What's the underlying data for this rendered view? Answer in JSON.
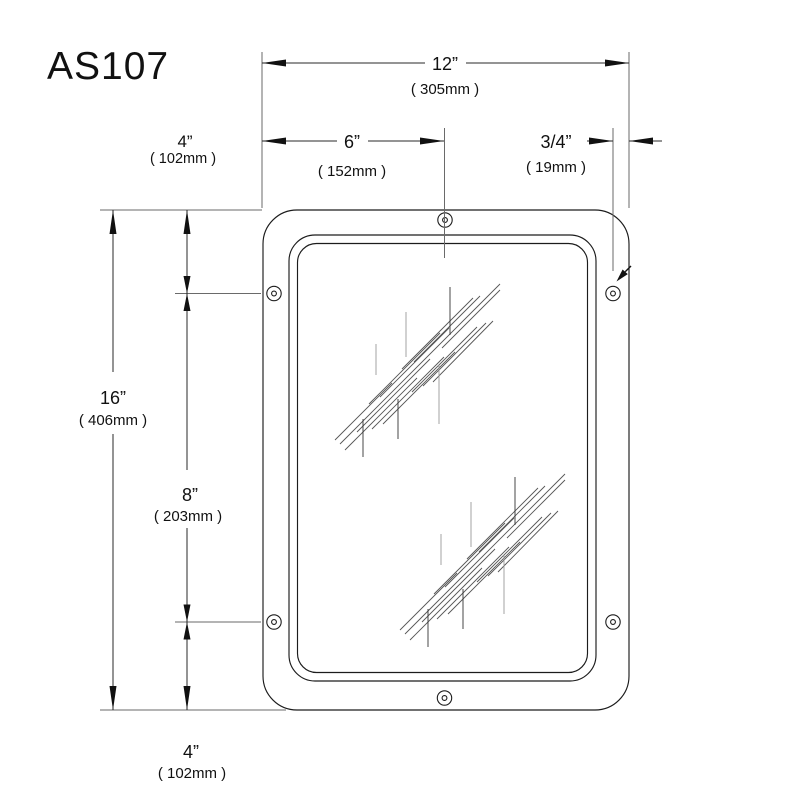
{
  "title": "AS107",
  "dimensions": {
    "overall_width": {
      "inches": "12”",
      "mm": "( 305mm )"
    },
    "hole_to_center": {
      "inches": "6”",
      "mm": "( 152mm )"
    },
    "edge_offset": {
      "inches": "3/4”",
      "mm": "( 19mm )"
    },
    "top_offset": {
      "inches": "4”",
      "mm": "( 102mm )"
    },
    "overall_height": {
      "inches": "16”",
      "mm": "( 406mm )"
    },
    "hole_spacing": {
      "inches": "8”",
      "mm": "( 203mm )"
    },
    "bottom_offset": {
      "inches": "4”",
      "mm": "( 102mm )"
    }
  }
}
